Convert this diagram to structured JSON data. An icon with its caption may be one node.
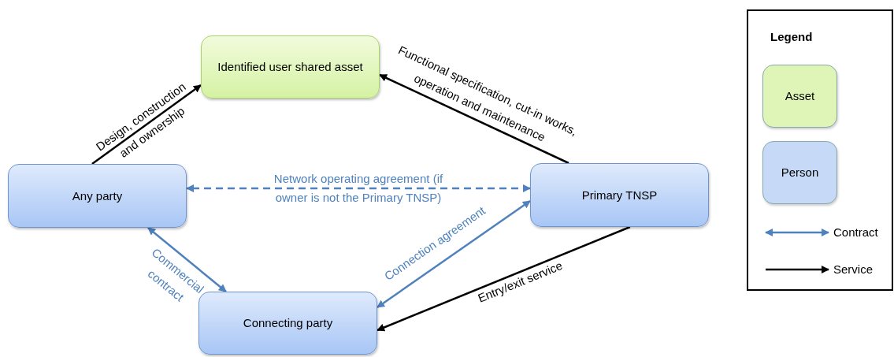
{
  "diagram": {
    "nodes": [
      {
        "text": [
          "Identified user shared asset"
        ]
      },
      {
        "text": [
          "Any party"
        ]
      },
      {
        "text": [
          "Primary TNSP"
        ]
      },
      {
        "text": [
          "Connecting party"
        ]
      }
    ],
    "edges": [
      {
        "from": 1,
        "to": 0,
        "arrow": "to",
        "label": "Design, construction and ownership"
      },
      {
        "from": 2,
        "to": 0,
        "arrow": "to",
        "label": "Functional specification, cut-in works, operation and maintenance"
      },
      {
        "from": 2,
        "to": 1,
        "arrow": "both",
        "style": "dashed",
        "color": "#4f81bd",
        "label": "Network operating agreement (if owner is not the Primary TNSP)"
      },
      {
        "from": 1,
        "to": 3,
        "arrow": "both",
        "color": "#4f81bd",
        "label": "Commercial contract"
      },
      {
        "from": 3,
        "to": 2,
        "arrow": "both",
        "color": "#4f81bd",
        "label": "Connection agreement"
      },
      {
        "from": 2,
        "to": 3,
        "arrow": "to",
        "label": "Entry/exit service"
      }
    ],
    "labels": [
      "Legend"
    ],
    "legend": [
      {
        "text": "Asset",
        "color": "#dff5b8"
      },
      {
        "text": "Person",
        "color": "#c6daf8"
      },
      {
        "text": "Contract"
      },
      {
        "text": "Service"
      }
    ]
  }
}
